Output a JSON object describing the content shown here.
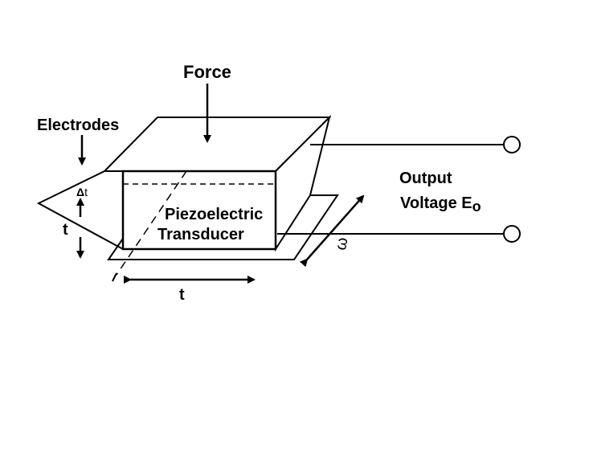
{
  "labels": {
    "force": "Force",
    "electrodes": "Electrodes",
    "delta_t_symbol": "Δ",
    "delta_t_var": "t",
    "thickness_vertical": "t",
    "thickness_horizontal": "t",
    "crystal_line1": "Piezoelectric",
    "crystal_line2": "Transducer",
    "output_line1": "Output",
    "output_line2": "Voltage E",
    "output_subscript": "o",
    "width_symbol": "ω"
  },
  "colors": {
    "stroke": "#000000",
    "background": "#ffffff"
  }
}
